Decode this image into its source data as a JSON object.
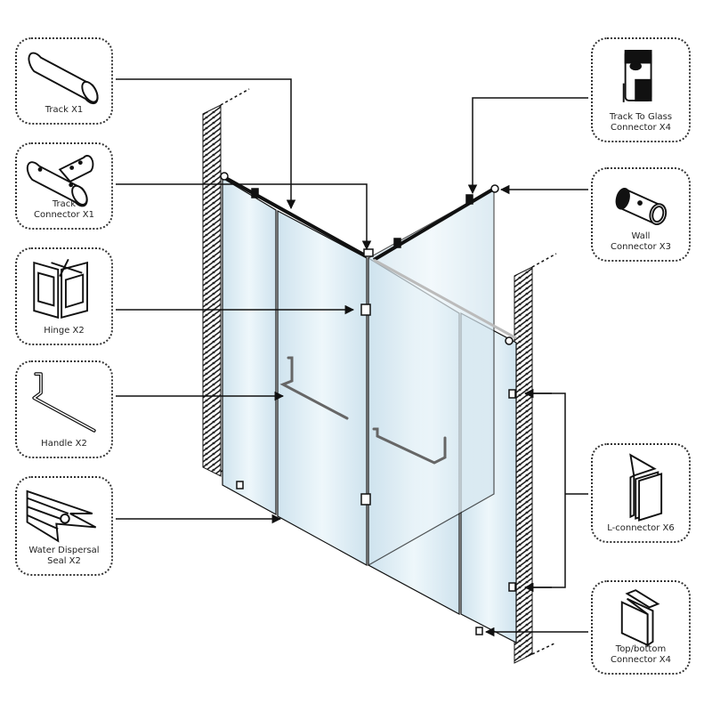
{
  "title": "Shower enclosure hardware parts diagram",
  "parts_left": [
    {
      "id": "track",
      "label": "Track X1",
      "name": "Track",
      "quantity": 1
    },
    {
      "id": "track-connector",
      "label": "Track\nConnector X1",
      "name": "Track Connector",
      "quantity": 1
    },
    {
      "id": "hinge",
      "label": "Hinge X2",
      "name": "Hinge",
      "quantity": 2
    },
    {
      "id": "handle",
      "label": "Handle X2",
      "name": "Handle",
      "quantity": 2
    },
    {
      "id": "water-dispersal-seal",
      "label": "Water Dispersal\nSeal X2",
      "name": "Water Dispersal Seal",
      "quantity": 2
    }
  ],
  "parts_right": [
    {
      "id": "track-to-glass-connector",
      "label": "Track To Glass\nConnector X4",
      "name": "Track To Glass Connector",
      "quantity": 4
    },
    {
      "id": "wall-connector",
      "label": "Wall\nConnector X3",
      "name": "Wall Connector",
      "quantity": 3
    },
    {
      "id": "l-connector",
      "label": "L-connector X6",
      "name": "L-connector",
      "quantity": 6
    },
    {
      "id": "top-bottom-connector",
      "label": "Top/bottom\nConnector X4",
      "name": "Top/bottom Connector",
      "quantity": 4
    }
  ],
  "colors": {
    "glass": "#d6e9f2",
    "glass_highlight": "#eef7fb",
    "line": "#111111",
    "brick": "#222222"
  }
}
